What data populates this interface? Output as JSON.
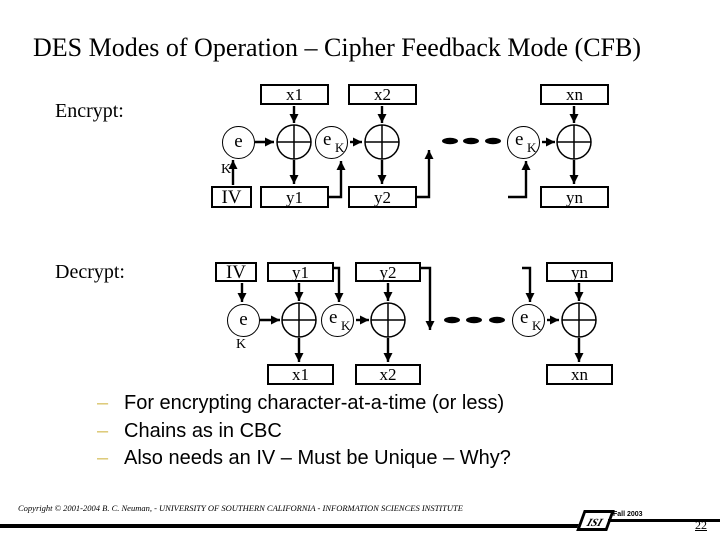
{
  "slide": {
    "title": "DES Modes of Operation – Cipher Feedback Mode (CFB)",
    "encrypt_label": "Encrypt:",
    "decrypt_label": "Decrypt:",
    "bullet_marker": "–",
    "bullets": [
      "For encrypting character-at-a-time (or less)",
      "Chains as in CBC",
      "Also needs an IV – Must be Unique – Why?"
    ],
    "bullet_marker_color": "#d9c46b"
  },
  "diagram": {
    "cipher_label": "e",
    "key_label": "K",
    "encrypt": {
      "iv": "IV",
      "inputs": [
        "x1",
        "x2",
        "xn"
      ],
      "outputs": [
        "y1",
        "y2",
        "yn"
      ]
    },
    "decrypt": {
      "iv": "IV",
      "inputs": [
        "y1",
        "y2",
        "yn"
      ],
      "outputs": [
        "x1",
        "x2",
        "xn"
      ]
    }
  },
  "footer": {
    "copyright": "Copyright © 2001-2004   B. C. Neuman, - UNIVERSITY OF SOUTHERN CALIFORNIA - INFORMATION SCIENCES INSTITUTE",
    "logo": "ISI",
    "term": "Fall 2003",
    "page_number": "22"
  }
}
